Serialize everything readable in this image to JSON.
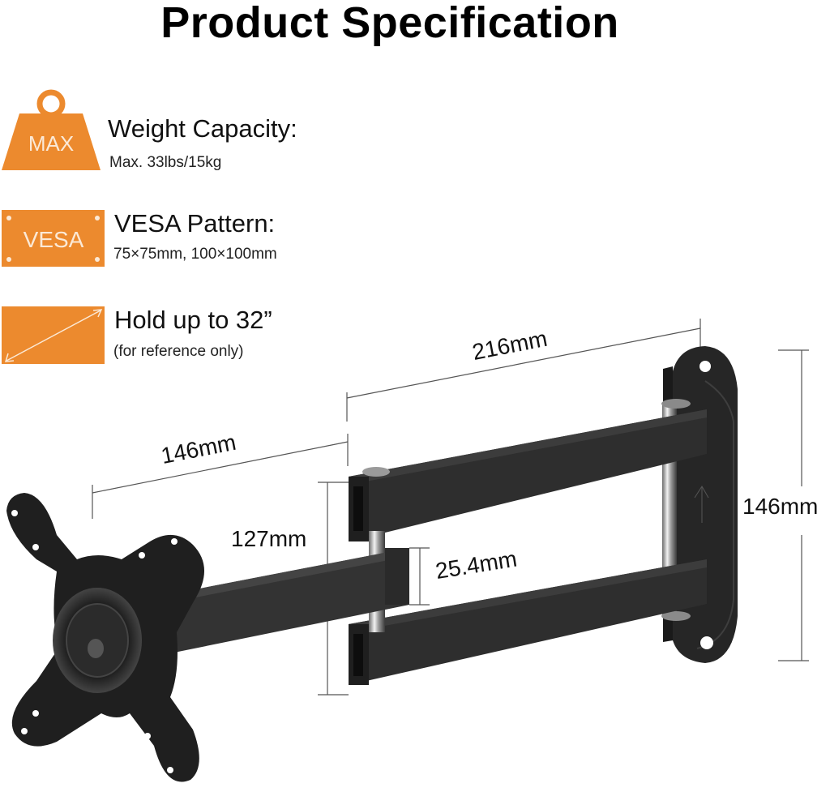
{
  "title": "Product Specification",
  "colors": {
    "accent": "#ec8a2e",
    "icon_text": "#fbe9d6",
    "bracket": "#2b2b2b",
    "dimension_line": "#555555"
  },
  "specs": [
    {
      "icon": "weight-max-icon",
      "icon_label": "MAX",
      "heading": "Weight Capacity:",
      "detail": "Max. 33lbs/15kg"
    },
    {
      "icon": "vesa-plate-icon",
      "icon_label": "VESA",
      "heading": "VESA Pattern:",
      "detail": "75×75mm, 100×100mm"
    },
    {
      "icon": "screen-diagonal-icon",
      "icon_label": "",
      "heading": "Hold up to 32”",
      "detail": "(for reference only)"
    }
  ],
  "dimensions": {
    "arm_total_length": "216mm",
    "arm_front_length": "146mm",
    "height_arm_span": "127mm",
    "arm_thickness": "25.4mm",
    "wall_plate_height": "146mm"
  }
}
